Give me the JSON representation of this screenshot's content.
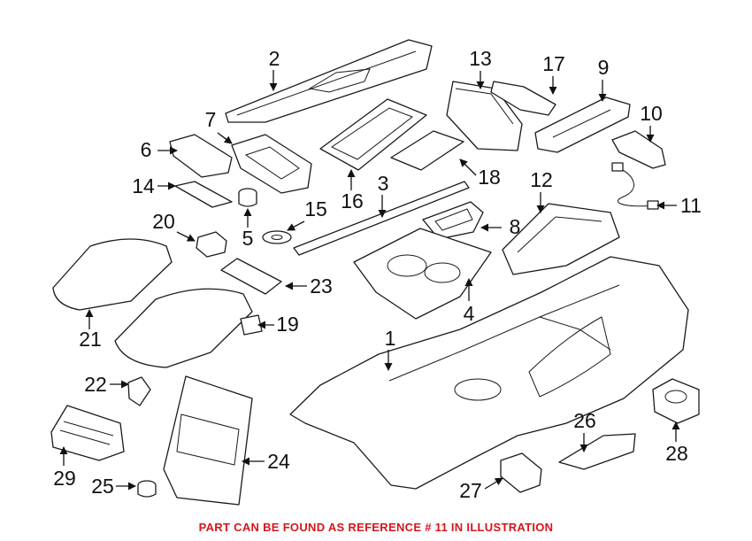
{
  "colors": {
    "line": "#1a1a1a",
    "note": "#d6161c"
  },
  "callouts": {
    "c1": "1",
    "c2": "2",
    "c3": "3",
    "c4": "4",
    "c5": "5",
    "c6": "6",
    "c7": "7",
    "c8": "8",
    "c9": "9",
    "c10": "10",
    "c11": "11",
    "c12": "12",
    "c13": "13",
    "c14": "14",
    "c15": "15",
    "c16": "16",
    "c17": "17",
    "c18": "18",
    "c19": "19",
    "c20": "20",
    "c21": "21",
    "c22": "22",
    "c23": "23",
    "c24": "24",
    "c25": "25",
    "c26": "26",
    "c27": "27",
    "c28": "28",
    "c29": "29"
  },
  "footer_note": "PART CAN BE FOUND AS REFERENCE # 11 IN ILLUSTRATION"
}
